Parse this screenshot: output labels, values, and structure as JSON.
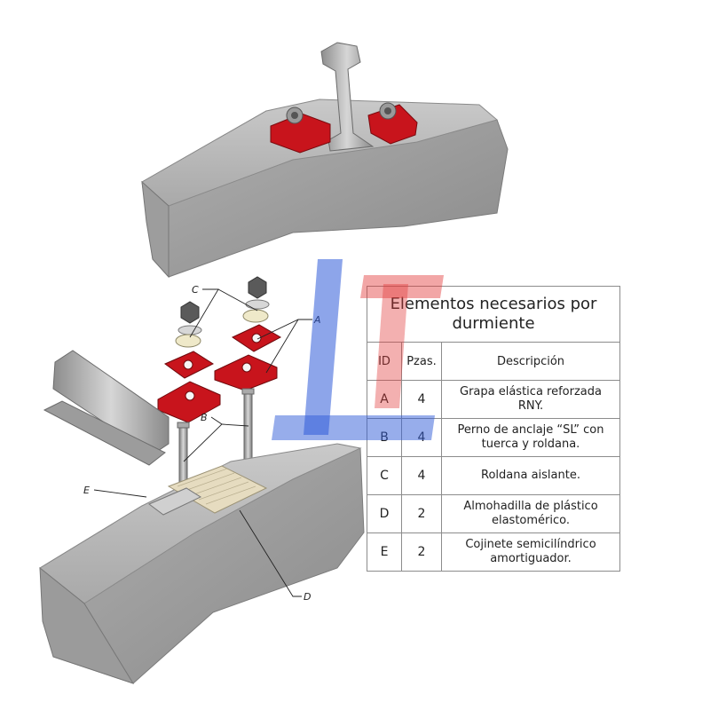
{
  "callouts": {
    "a": "A",
    "b": "B",
    "c": "C",
    "d": "D",
    "e": "E"
  },
  "table": {
    "title": "Elementos necesarios por durmiente",
    "headers": {
      "id": "ID",
      "qty": "Pzas.",
      "description": "Descripción"
    },
    "rows": [
      {
        "id": "A",
        "qty": "4",
        "description": "Grapa elástica reforzada RNY."
      },
      {
        "id": "B",
        "qty": "4",
        "description": "Perno de anclaje “SL” con tuerca y roldana."
      },
      {
        "id": "C",
        "qty": "4",
        "description": "Roldana aislante."
      },
      {
        "id": "D",
        "qty": "2",
        "description": "Almohadilla de plástico elastomérico."
      },
      {
        "id": "E",
        "qty": "2",
        "description": "Cojinete semicilíndrico amortiguador."
      }
    ]
  },
  "colors": {
    "concrete": "#b9b9b9",
    "concrete_dark": "#8e8e8e",
    "clip_red": "#c8141c",
    "pad_beige": "#e6dcc0",
    "rail_steel": "#a7a7a7",
    "watermark_blue": "#2f5bd8",
    "watermark_red": "#e23a3a"
  }
}
